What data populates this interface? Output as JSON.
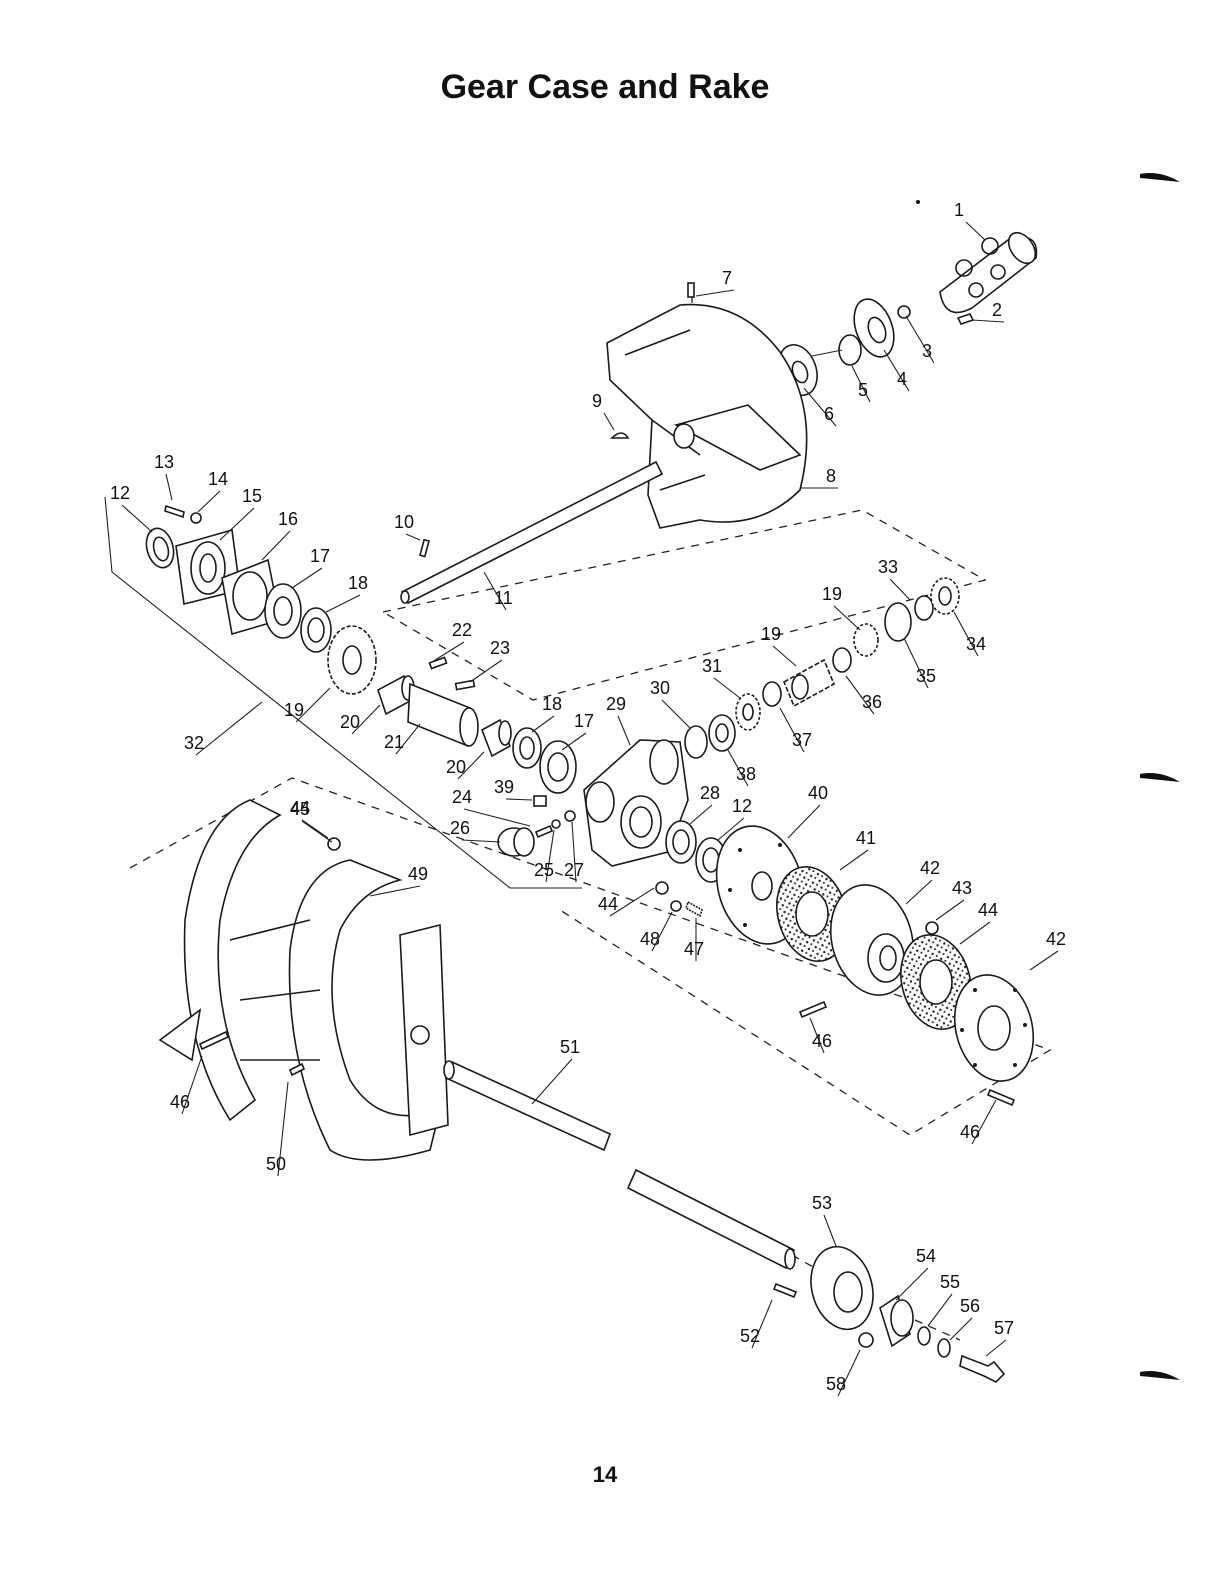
{
  "page": {
    "title": "Gear Case and Rake",
    "page_number": "14"
  },
  "callouts": [
    {
      "label": "1"
    },
    {
      "label": "2"
    },
    {
      "label": "3"
    },
    {
      "label": "4"
    },
    {
      "label": "5"
    },
    {
      "label": "6"
    },
    {
      "label": "7"
    },
    {
      "label": "8"
    },
    {
      "label": "9"
    },
    {
      "label": "10"
    },
    {
      "label": "11"
    },
    {
      "label": "12"
    },
    {
      "label": "13"
    },
    {
      "label": "14"
    },
    {
      "label": "15"
    },
    {
      "label": "16"
    },
    {
      "label": "17"
    },
    {
      "label": "18"
    },
    {
      "label": "19"
    },
    {
      "label": "20"
    },
    {
      "label": "21"
    },
    {
      "label": "22"
    },
    {
      "label": "23"
    },
    {
      "label": "32"
    },
    {
      "label": "19"
    },
    {
      "label": "20"
    },
    {
      "label": "18"
    },
    {
      "label": "17"
    },
    {
      "label": "29"
    },
    {
      "label": "30"
    },
    {
      "label": "31"
    },
    {
      "label": "19"
    },
    {
      "label": "33"
    },
    {
      "label": "34"
    },
    {
      "label": "35"
    },
    {
      "label": "36"
    },
    {
      "label": "37"
    },
    {
      "label": "38"
    },
    {
      "label": "39"
    },
    {
      "label": "24"
    },
    {
      "label": "26"
    },
    {
      "label": "25"
    },
    {
      "label": "27"
    },
    {
      "label": "28"
    },
    {
      "label": "12"
    },
    {
      "label": "40"
    },
    {
      "label": "41"
    },
    {
      "label": "42"
    },
    {
      "label": "43"
    },
    {
      "label": "44"
    },
    {
      "label": "42"
    },
    {
      "label": "45"
    },
    {
      "label": "44"
    },
    {
      "label": "48"
    },
    {
      "label": "47"
    },
    {
      "label": "46"
    },
    {
      "label": "49"
    },
    {
      "label": "44"
    },
    {
      "label": "46"
    },
    {
      "label": "50"
    },
    {
      "label": "51"
    },
    {
      "label": "46"
    },
    {
      "label": "53"
    },
    {
      "label": "54"
    },
    {
      "label": "55"
    },
    {
      "label": "56"
    },
    {
      "label": "57"
    },
    {
      "label": "52"
    },
    {
      "label": "58"
    }
  ]
}
